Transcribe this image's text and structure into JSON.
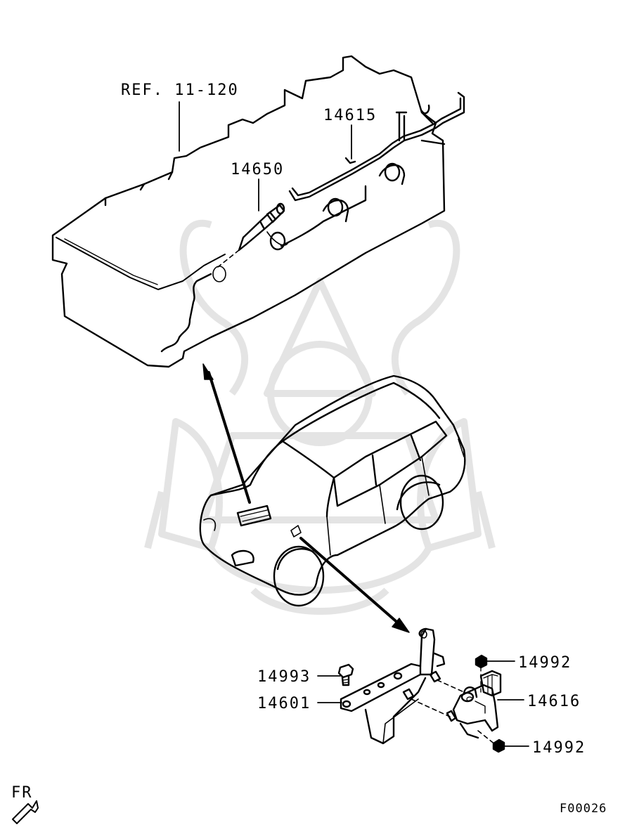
{
  "labels": {
    "ref": "REF. 11-120",
    "part_14650": "14650",
    "part_14615": "14615",
    "part_14993": "14993",
    "part_14601": "14601",
    "part_14992_top": "14992",
    "part_14616": "14616",
    "part_14992_bottom": "14992",
    "fr": "FR",
    "figure_code": "F00026"
  },
  "colors": {
    "line": "#000000",
    "watermark": "#e6e6e6",
    "background": "#ffffff"
  },
  "watermark": {
    "icon": "samurai-helmet-logo-watermark"
  }
}
